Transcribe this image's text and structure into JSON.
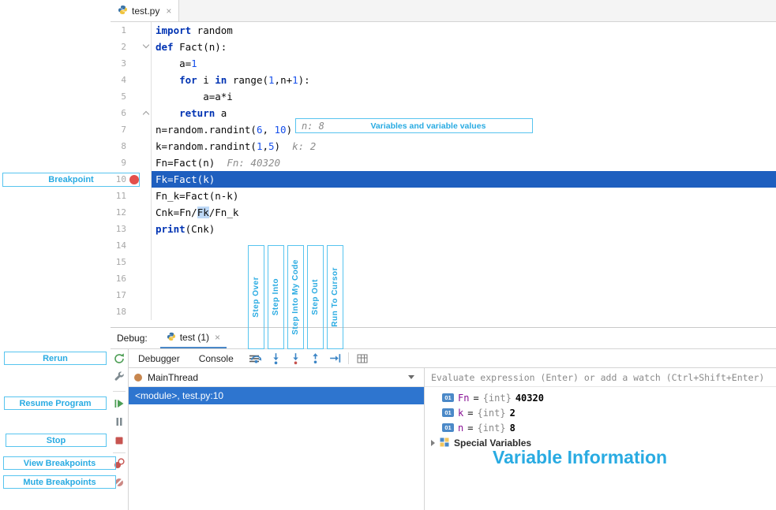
{
  "editor": {
    "tab_title": "test.py",
    "close_glyph": "×",
    "lines": [
      {
        "n": "1",
        "tokens": [
          {
            "t": "kw",
            "s": "import"
          },
          {
            "t": "pl",
            "s": " random"
          }
        ]
      },
      {
        "n": "2",
        "fold": "down",
        "tokens": [
          {
            "t": "kw",
            "s": "def"
          },
          {
            "t": "pl",
            "s": " Fact(n):"
          }
        ]
      },
      {
        "n": "3",
        "tokens": [
          {
            "t": "pl",
            "s": "    a="
          },
          {
            "t": "num",
            "s": "1"
          }
        ]
      },
      {
        "n": "4",
        "tokens": [
          {
            "t": "pl",
            "s": "    "
          },
          {
            "t": "kw",
            "s": "for"
          },
          {
            "t": "pl",
            "s": " i "
          },
          {
            "t": "kw",
            "s": "in"
          },
          {
            "t": "pl",
            "s": " range("
          },
          {
            "t": "num",
            "s": "1"
          },
          {
            "t": "pl",
            "s": ",n+"
          },
          {
            "t": "num",
            "s": "1"
          },
          {
            "t": "pl",
            "s": "):"
          }
        ]
      },
      {
        "n": "5",
        "tokens": [
          {
            "t": "pl",
            "s": "        a=a*i"
          }
        ]
      },
      {
        "n": "6",
        "fold": "up",
        "tokens": [
          {
            "t": "pl",
            "s": "    "
          },
          {
            "t": "kw",
            "s": "return"
          },
          {
            "t": "pl",
            "s": " a"
          }
        ]
      },
      {
        "n": "7",
        "tokens": [
          {
            "t": "pl",
            "s": "n=random.randint("
          },
          {
            "t": "num",
            "s": "6"
          },
          {
            "t": "pl",
            "s": ", "
          },
          {
            "t": "num",
            "s": "10"
          },
          {
            "t": "pl",
            "s": ")"
          }
        ]
      },
      {
        "n": "8",
        "tokens": [
          {
            "t": "pl",
            "s": "k=random.randint("
          },
          {
            "t": "num",
            "s": "1"
          },
          {
            "t": "pl",
            "s": ","
          },
          {
            "t": "num",
            "s": "5"
          },
          {
            "t": "pl",
            "s": ")"
          },
          {
            "t": "hint",
            "s": "  k: 2"
          }
        ]
      },
      {
        "n": "9",
        "tokens": [
          {
            "t": "pl",
            "s": "Fn=Fact(n)"
          },
          {
            "t": "hint",
            "s": "  Fn: 40320"
          }
        ]
      },
      {
        "n": "10",
        "current": true,
        "breakpoint": true,
        "tokens": [
          {
            "t": "pl",
            "s": "Fk=Fact(k)"
          }
        ]
      },
      {
        "n": "11",
        "tokens": [
          {
            "t": "pl",
            "s": "Fn_k=Fact(n-k)"
          }
        ]
      },
      {
        "n": "12",
        "tokens": [
          {
            "t": "pl",
            "s": "Cnk=Fn/"
          },
          {
            "t": "sel",
            "s": "Fk"
          },
          {
            "t": "pl",
            "s": "/Fn_k"
          }
        ]
      },
      {
        "n": "13",
        "tokens": [
          {
            "t": "kw",
            "s": "print"
          },
          {
            "t": "pl",
            "s": "(Cnk)"
          }
        ]
      },
      {
        "n": "14",
        "tokens": []
      },
      {
        "n": "15",
        "tokens": []
      },
      {
        "n": "16",
        "tokens": []
      },
      {
        "n": "17",
        "tokens": []
      },
      {
        "n": "18",
        "tokens": []
      }
    ]
  },
  "inline_hint_box": {
    "hint": "n: 8",
    "label": "Variables and variable values"
  },
  "debug": {
    "panel_label": "Debug:",
    "session_tab": "test (1)",
    "close_glyph": "×",
    "tabs": [
      "Debugger",
      "Console"
    ],
    "evaluate_placeholder": "Evaluate expression (Enter) or add a watch (Ctrl+Shift+Enter)",
    "thread": "MainThread",
    "frame": "<module>, test.py:10",
    "variables": [
      {
        "badge": "01",
        "name": "Fn",
        "type": "{int}",
        "value": "40320"
      },
      {
        "badge": "01",
        "name": "k",
        "type": "{int}",
        "value": "2"
      },
      {
        "badge": "01",
        "name": "n",
        "type": "{int}",
        "value": "8"
      }
    ],
    "special_variables_label": "Special Variables"
  },
  "annotations": {
    "breakpoint": "Breakpoint",
    "step_labels": [
      "Step Over",
      "Step Into",
      "Step Into My Code",
      "Step Out",
      "Run To Cursor"
    ],
    "left_labels": [
      "Rerun",
      "Resume Program",
      "Stop",
      "View Breakpoints",
      "Mute Breakpoints"
    ],
    "variable_info": "Variable Information"
  },
  "colors": {
    "annotation_accent": "#29abe2",
    "breakpoint_red": "#e4504c",
    "execution_line_blue": "#1e5fbf",
    "selected_frame_blue": "#2e75cf"
  }
}
